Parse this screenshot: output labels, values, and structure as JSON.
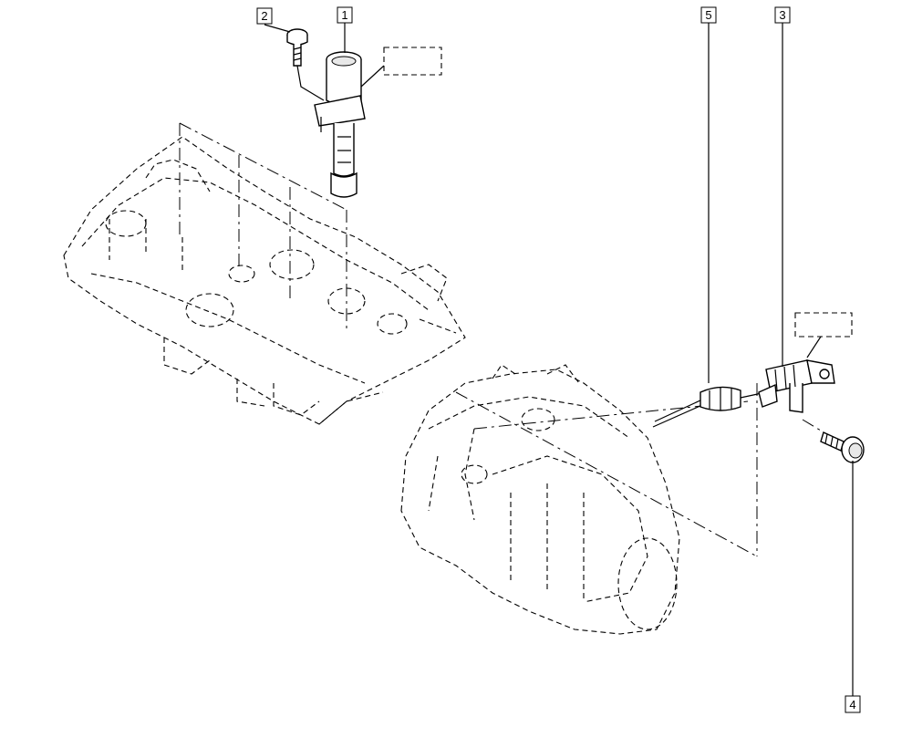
{
  "diagram": {
    "callouts": [
      {
        "id": "callout-1",
        "label": "1"
      },
      {
        "id": "callout-2",
        "label": "2"
      },
      {
        "id": "callout-3",
        "label": "3"
      },
      {
        "id": "callout-4",
        "label": "4"
      },
      {
        "id": "callout-5",
        "label": "5"
      }
    ],
    "parts": [
      {
        "id": "part-ignition-coil",
        "callout": "1",
        "icon": "coil-icon"
      },
      {
        "id": "part-coil-bolt",
        "callout": "2",
        "icon": "bolt-icon"
      },
      {
        "id": "part-position-sensor",
        "callout": "3",
        "icon": "sensor-icon"
      },
      {
        "id": "part-sensor-bolt",
        "callout": "4",
        "icon": "bolt-icon"
      },
      {
        "id": "part-sensor-wiring",
        "callout": "5",
        "icon": "wire-icon"
      }
    ]
  }
}
